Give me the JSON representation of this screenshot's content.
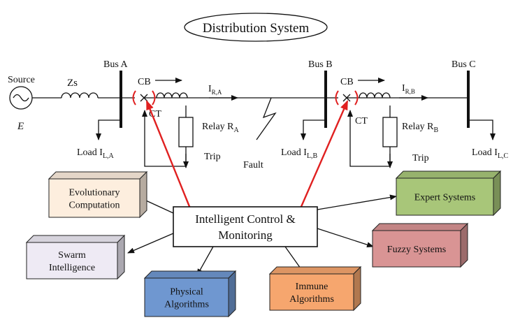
{
  "title": "Distribution System",
  "source": {
    "label": "Source",
    "symbol": "E",
    "impedance": "Zs"
  },
  "buses": [
    {
      "label": "Bus A"
    },
    {
      "label": "Bus B"
    },
    {
      "label": "Bus C"
    }
  ],
  "labels": {
    "cb": "CB",
    "ct": "CT",
    "trip": "Trip",
    "fault": "Fault"
  },
  "currents": {
    "ira_main": "I",
    "ira_sub": "R,A",
    "irb_main": "I",
    "irb_sub": "R,B"
  },
  "relays": {
    "a_main": "Relay R",
    "a_sub": "A",
    "b_main": "Relay R",
    "b_sub": "B"
  },
  "loads": {
    "a_main": "Load I",
    "a_sub": "L,A",
    "b_main": "Load I",
    "b_sub": "L,B",
    "c_main": "Load I",
    "c_sub": "L,C"
  },
  "center": {
    "line1": "Intelligent Control &",
    "line2": "Monitoring"
  },
  "techniques": {
    "evolutionary": [
      "Evolutionary",
      "Computation"
    ],
    "swarm": [
      "Swarm",
      "Intelligence"
    ],
    "physical": [
      "Physical",
      "Algorithms"
    ],
    "immune": [
      "Immune",
      "Algorithms"
    ],
    "fuzzy": [
      "Fuzzy Systems"
    ],
    "expert": [
      "Expert Systems"
    ]
  },
  "colors": {
    "evolutionary": "#fdeede",
    "swarm": "#eeeaf4",
    "physical": "#6f97d0",
    "immune": "#f6a66e",
    "fuzzy": "#d99494",
    "expert": "#a8c679",
    "red_arrow": "#e02020"
  }
}
